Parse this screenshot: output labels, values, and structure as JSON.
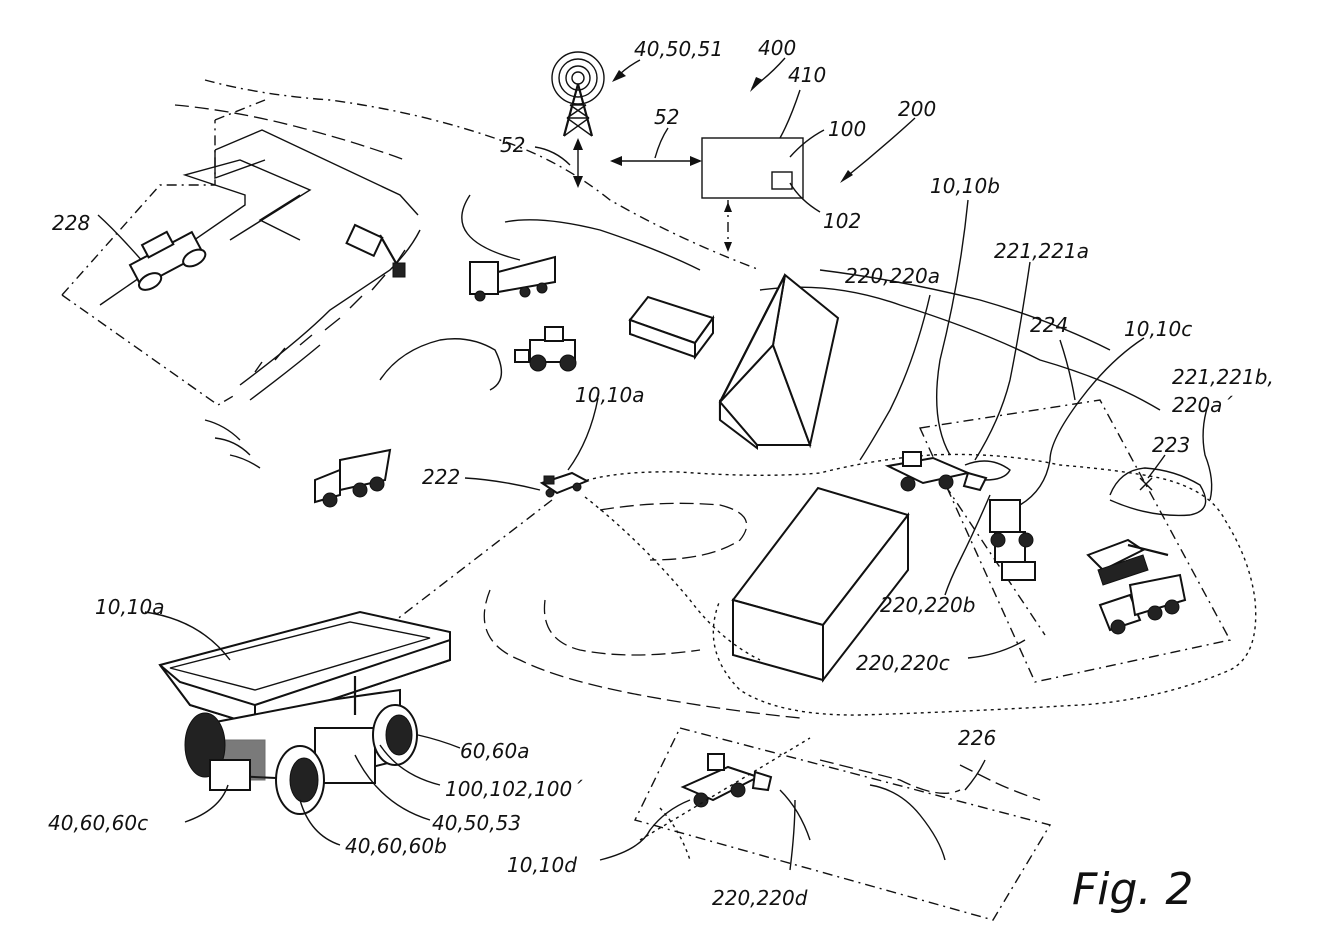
{
  "figure_label": "Fig. 2",
  "labels": {
    "tower_ref": "40,50,51",
    "sys400": "400",
    "sys410": "410",
    "server100": "100",
    "sys200": "200",
    "link52a": "52",
    "link52b": "52",
    "sub102": "102",
    "m10b": "10,10b",
    "z221a": "221,221a",
    "z220a": "220,220a",
    "z224": "224",
    "m10c": "10,10c",
    "z221b": "221,221b,",
    "z220a2": "220a´",
    "z223": "223",
    "z228": "228",
    "m10a_small": "10,10a",
    "z222": "222",
    "m10a_big": "10,10a",
    "z220b": "220,220b",
    "z220c": "220,220c",
    "z226": "226",
    "s60a": "60,60a",
    "s100": "100,102,100´",
    "s60c": "40,60,60c",
    "s53": "40,50,53",
    "s60b": "40,60,60b",
    "m10d": "10,10d",
    "z220d": "220,220d"
  }
}
